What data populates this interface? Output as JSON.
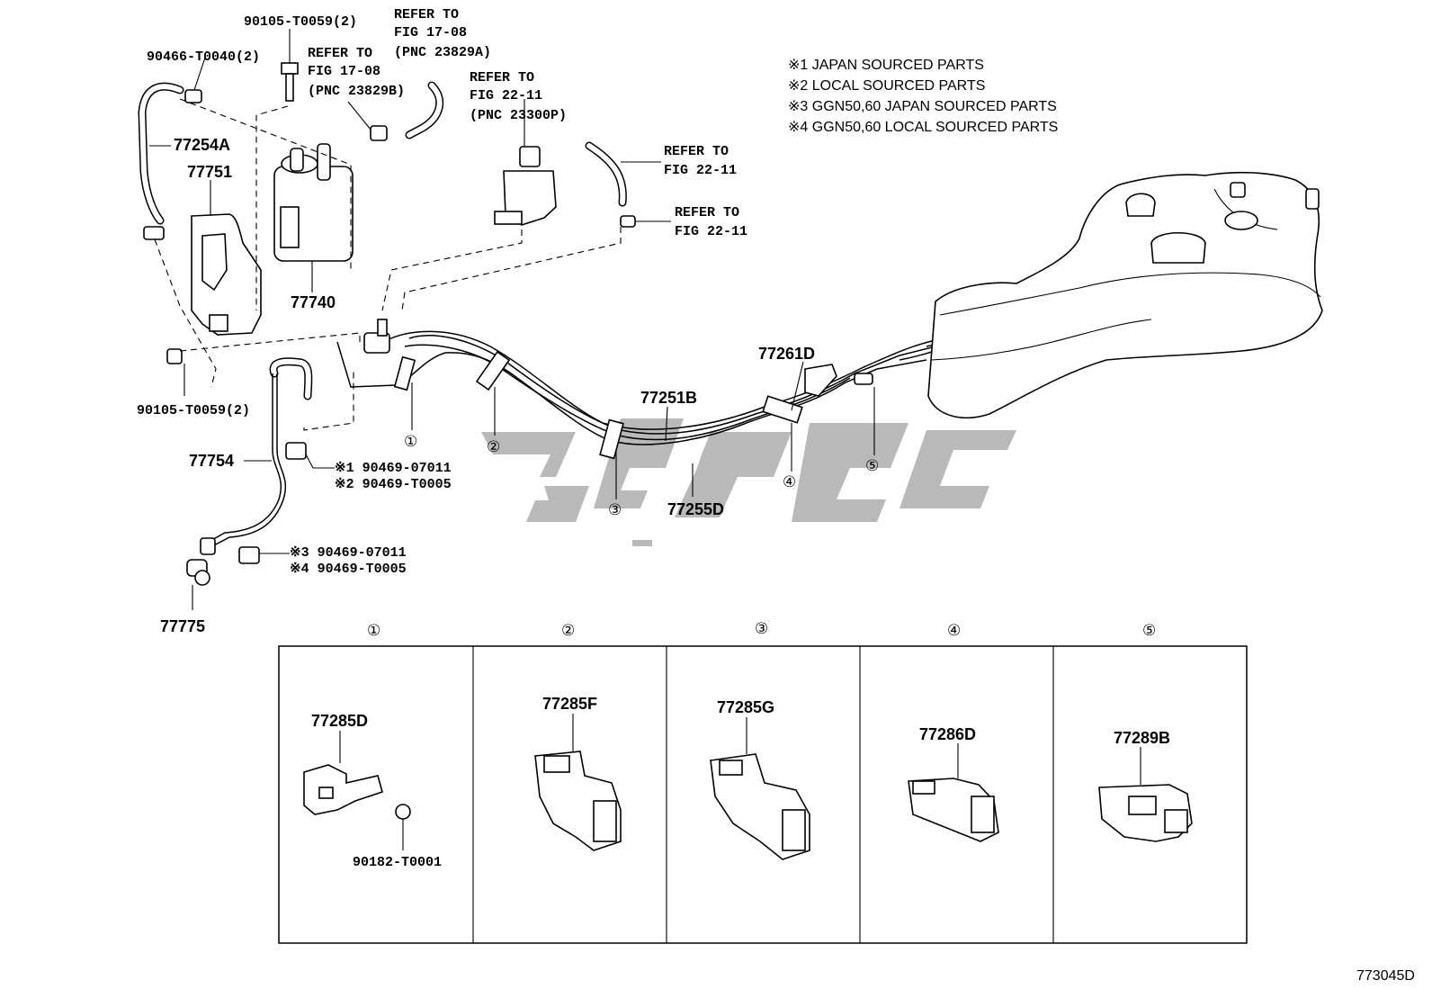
{
  "notes": [
    "※1 JAPAN SOURCED PARTS",
    "※2 LOCAL SOURCED PARTS",
    "※3 GGN50,60 JAPAN SOURCED PARTS",
    "※4 GGN50,60 LOCAL SOURCED PARTS"
  ],
  "labels": {
    "p90105_top": "90105-T0059(2)",
    "p90466": "90466-T0040(2)",
    "p77254A": "77254A",
    "p77751": "77751",
    "p77740": "77740",
    "p90105_mid": "90105-T0059(2)",
    "p77754": "77754",
    "p77775": "77775",
    "clip1": "※1 90469-07011",
    "clip2": "※2 90469-T0005",
    "clip3": "※3 90469-07011",
    "clip4": "※4 90469-T0005",
    "p77251B": "77251B",
    "p77255D": "77255D",
    "p77261D": "77261D"
  },
  "refers": {
    "r1": [
      "REFER TO",
      "FIG 17-08",
      "(PNC 23829B)"
    ],
    "r2": [
      "REFER TO",
      "FIG 17-08",
      "(PNC 23829A)"
    ],
    "r3": [
      "REFER TO",
      "FIG 22-11",
      "(PNC 23300P)"
    ],
    "r4": [
      "REFER TO",
      "FIG 22-11"
    ],
    "r5": [
      "REFER TO",
      "FIG 22-11"
    ]
  },
  "callouts": [
    "①",
    "②",
    "③",
    "④",
    "⑤"
  ],
  "detail_panels": [
    {
      "marker": "①",
      "part": "77285D",
      "sub_part": "90182-T0001"
    },
    {
      "marker": "②",
      "part": "77285F"
    },
    {
      "marker": "③",
      "part": "77285G"
    },
    {
      "marker": "④",
      "part": "77286D"
    },
    {
      "marker": "⑤",
      "part": "77289B"
    }
  ],
  "figure_code": "773045D"
}
